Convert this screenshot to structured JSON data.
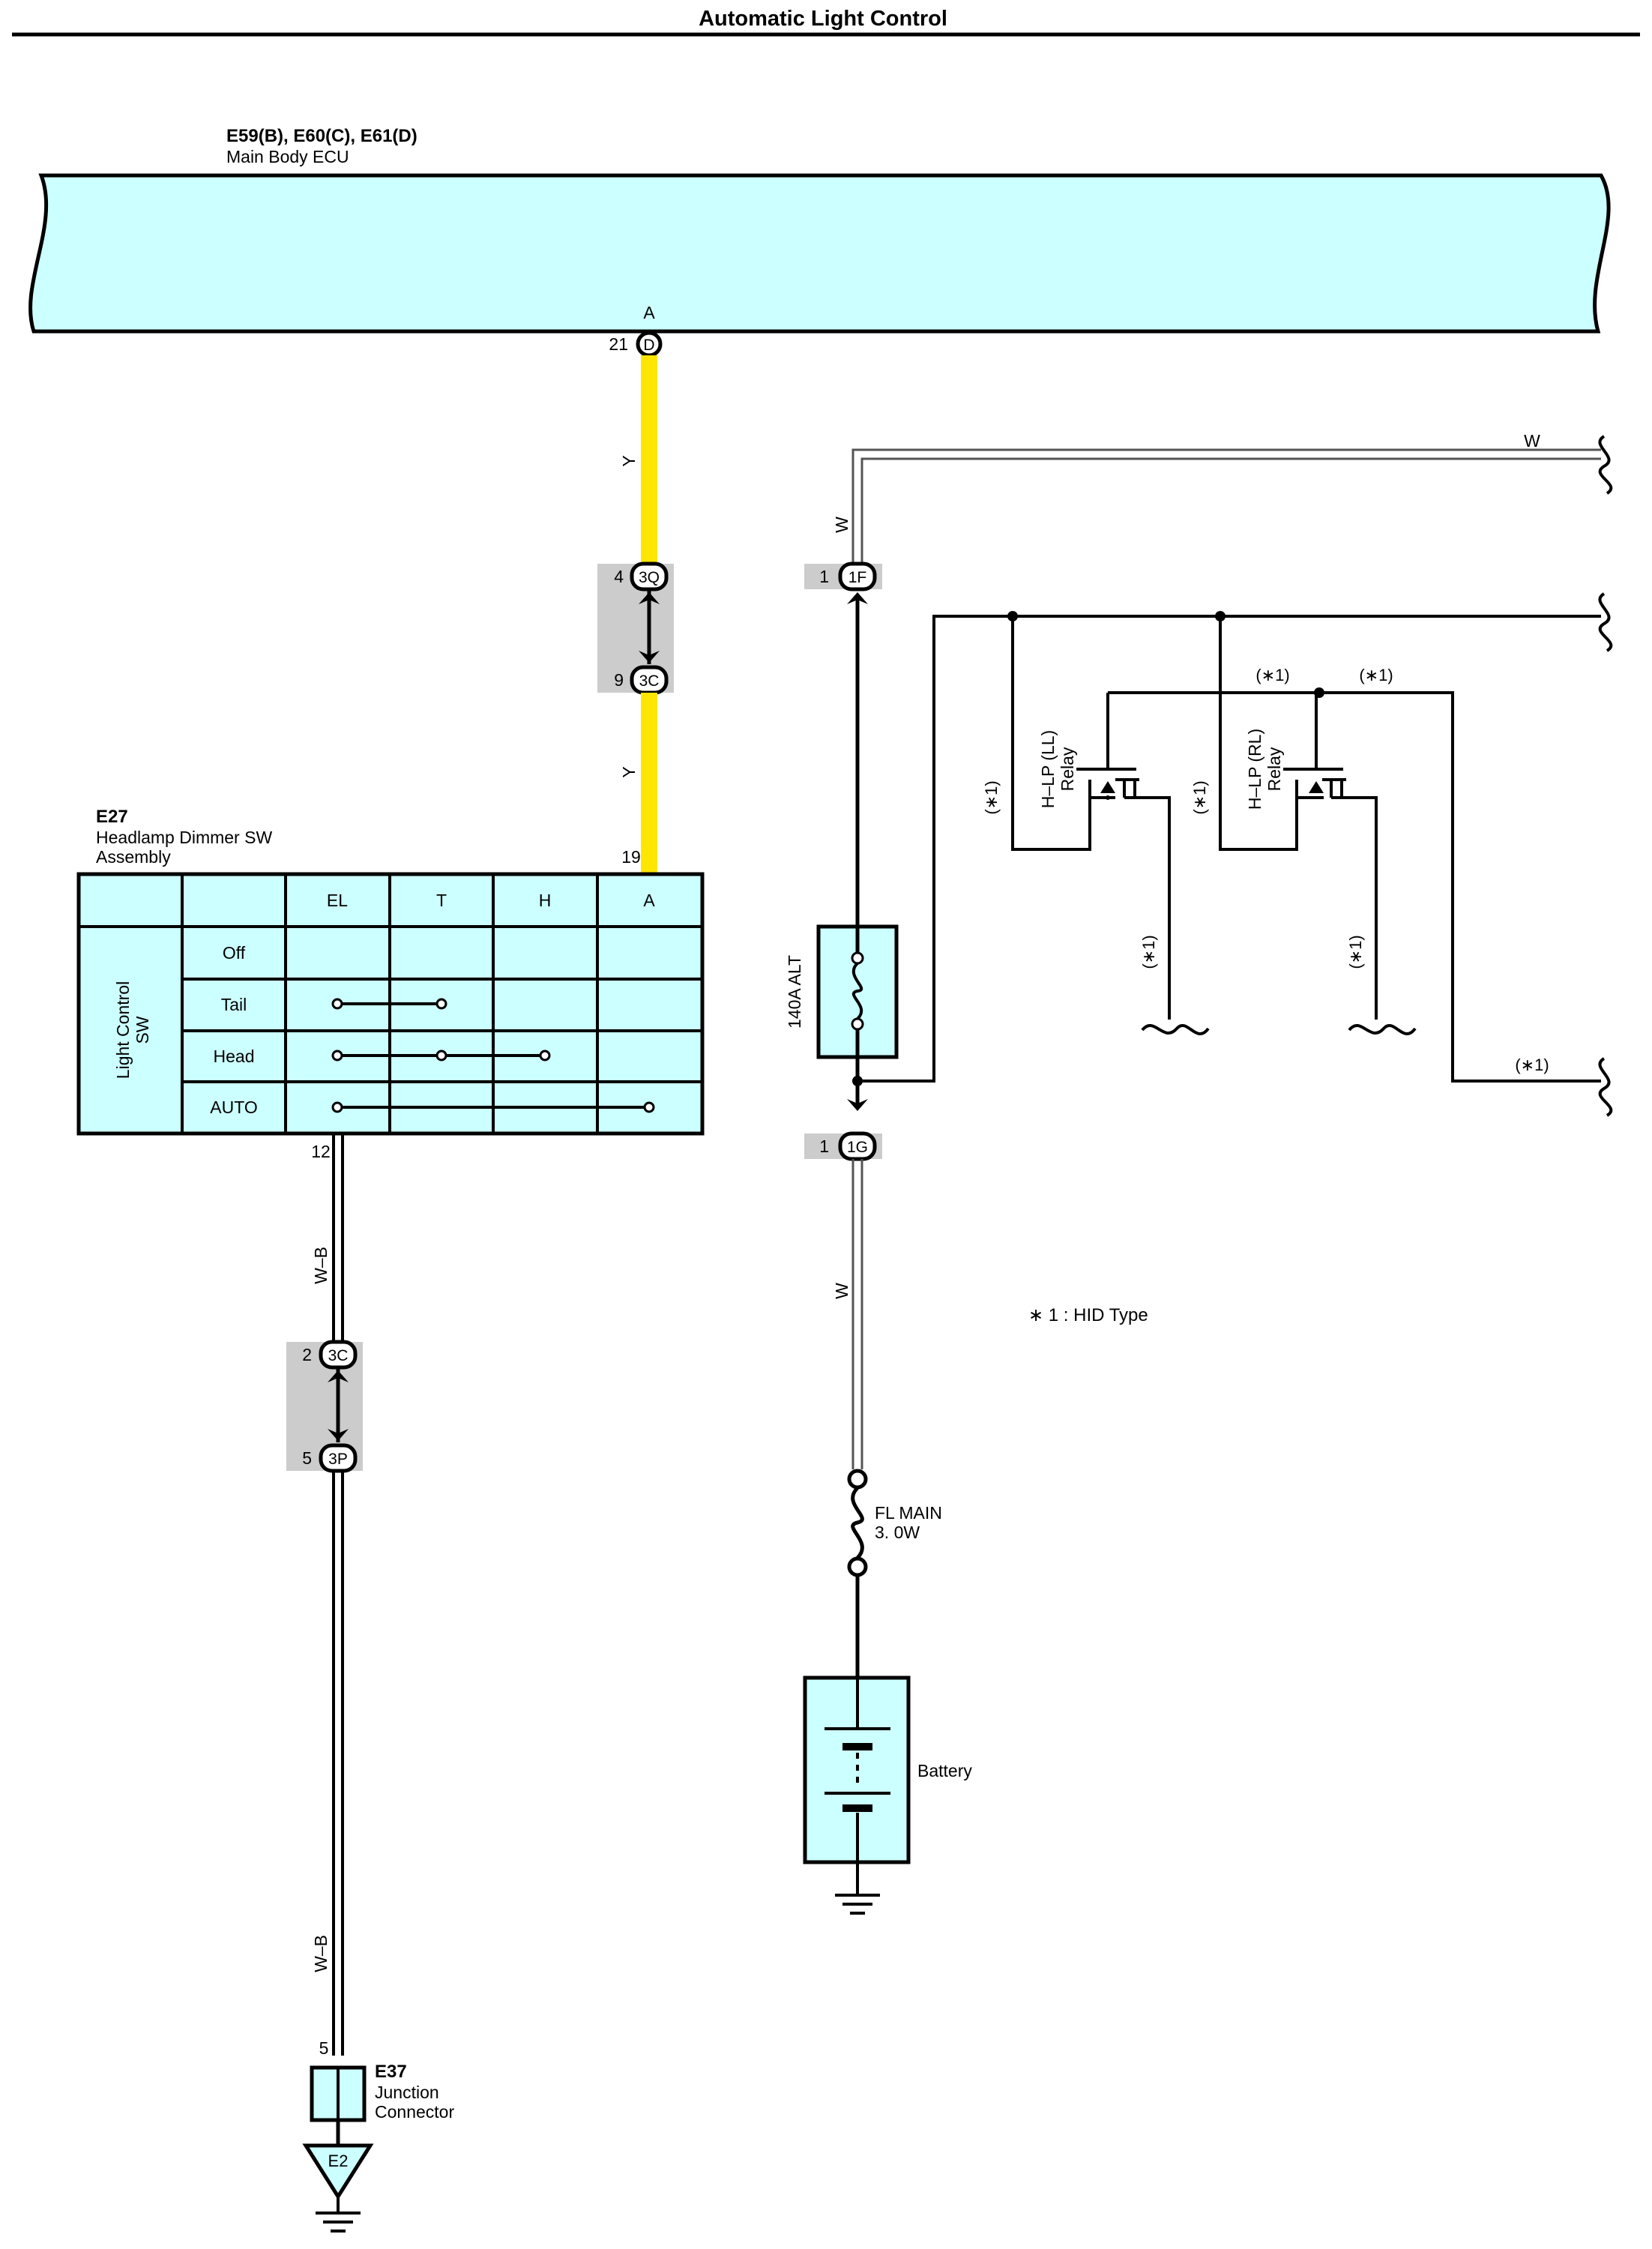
{
  "title": "Automatic Light Control",
  "colors": {
    "box_fill": "#ccffff",
    "wire_y": "#ffe600",
    "conn_bg": "#cccccc",
    "line": "#000000"
  },
  "ecu": {
    "code": "E59(B), E60(C), E61(D)",
    "name": "Main Body ECU",
    "terminal_label": "A",
    "pin": "21",
    "conn": "D"
  },
  "wires": {
    "y_upper": "Y",
    "y_lower": "Y",
    "w_top": "W",
    "w_left": "W",
    "w_lower": "W",
    "wb_upper": "W–B",
    "wb_lower": "W–B"
  },
  "connectors": {
    "c3q": {
      "pin": "4",
      "id": "3Q"
    },
    "c3c_y": {
      "pin": "9",
      "id": "3C"
    },
    "c1f": {
      "pin": "1",
      "id": "1F"
    },
    "c1g": {
      "pin": "1",
      "id": "1G"
    },
    "c3c_wb": {
      "pin": "2",
      "id": "3C"
    },
    "c3p": {
      "pin": "5",
      "id": "3P"
    }
  },
  "switch": {
    "code": "E27",
    "name1": "Headlamp Dimmer SW",
    "name2": "Assembly",
    "pin_top": "19",
    "pin_bottom": "12",
    "side_label1": "Light Control",
    "side_label2": "SW",
    "columns": [
      "EL",
      "T",
      "H",
      "A"
    ],
    "rows": [
      "Off",
      "Tail",
      "Head",
      "AUTO"
    ]
  },
  "fuses": {
    "alt": "140A ALT",
    "fl1": "FL MAIN",
    "fl2": "3. 0W"
  },
  "relays": {
    "ll1": "H–LP (LL)",
    "ll2": "Relay",
    "rl1": "H–LP (RL)",
    "rl2": "Relay",
    "mark": "(∗1)"
  },
  "battery": "Battery",
  "note": "∗ 1 : HID Type",
  "junction": {
    "code": "E37",
    "name1": "Junction",
    "name2": "Connector",
    "pin": "5",
    "ground": "E2"
  }
}
